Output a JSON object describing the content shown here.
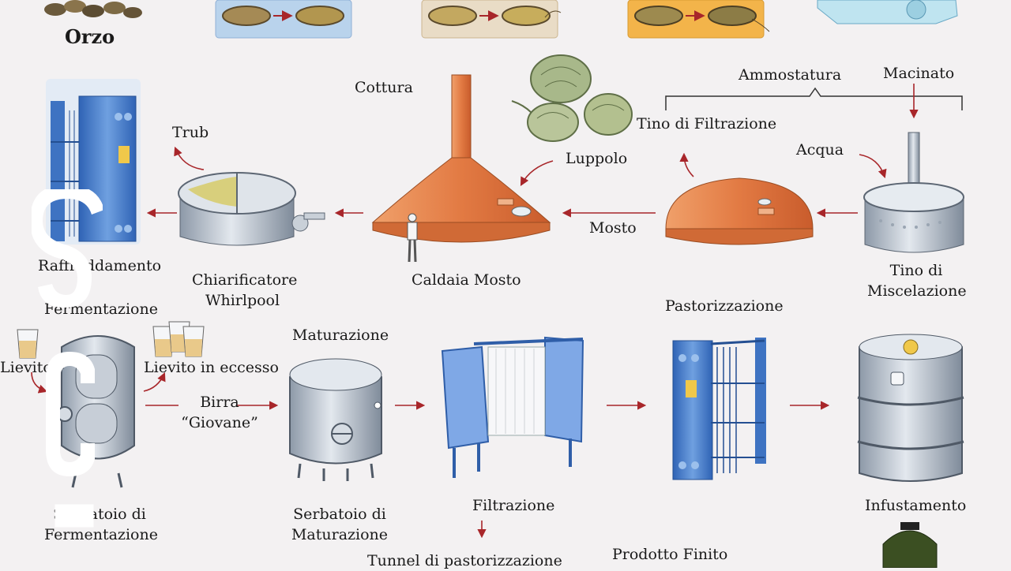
{
  "labels": {
    "orzo": "Orzo",
    "cottura": "Cottura",
    "ammostatura": "Ammostatura",
    "macinato": "Macinato",
    "trub": "Trub",
    "tino_filtrazione": "Tino di Filtrazione",
    "acqua": "Acqua",
    "luppolo": "Luppolo",
    "mosto": "Mosto",
    "raffreddamento": "Raffreddamento",
    "chiarificatore_1": "Chiarificatore",
    "chiarificatore_2": "Whirlpool",
    "caldaia_mosto": "Caldaia Mosto",
    "tino_miscelazione_1": "Tino di",
    "tino_miscelazione_2": "Miscelazione",
    "fermentazione_top": "Fermentazione",
    "pastorizzazione": "Pastorizzazione",
    "maturazione": "Maturazione",
    "lievito": "Lievito",
    "lievito_eccesso": "Lievito in eccesso",
    "birra_giovane_1": "Birra",
    "birra_giovane_2": "“Giovane”",
    "serbatoio_ferm_1": "Serbatoio di",
    "serbatoio_ferm_2": "Fermentazione",
    "serbatoio_mat_1": "Serbatoio di",
    "serbatoio_mat_2": "Maturazione",
    "filtrazione": "Filtrazione",
    "infustamento": "Infustamento",
    "tunnel": "Tunnel di pastorizzazione",
    "prodotto_finito": "Prodotto Finito"
  },
  "colors": {
    "arrow": "#a8262a",
    "copper": "#e37b45",
    "steel": "#b9c3cf",
    "blue_equipment": "#3f78c8"
  },
  "watermark_letters": "SC"
}
